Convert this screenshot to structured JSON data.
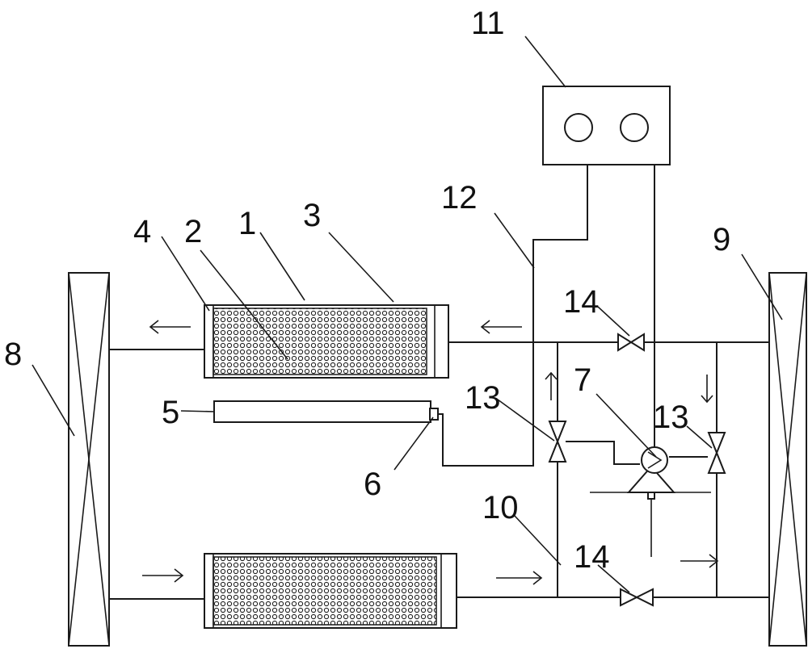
{
  "labels": {
    "n1": "1",
    "n2": "2",
    "n3": "3",
    "n4": "4",
    "n5": "5",
    "n6": "6",
    "n7": "7",
    "n8": "8",
    "n9": "9",
    "n10": "10",
    "n11": "11",
    "n12": "12",
    "n13a": "13",
    "n13b": "13",
    "n14a": "14",
    "n14b": "14"
  }
}
